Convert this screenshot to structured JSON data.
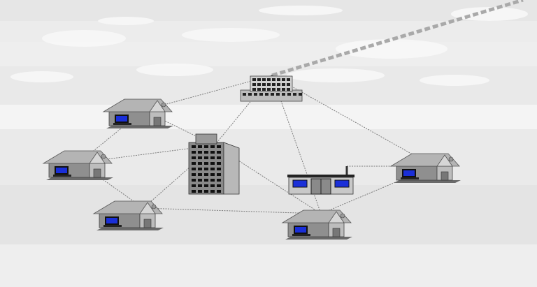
{
  "diagram": {
    "type": "network-topology",
    "nodes": [
      {
        "id": "central-office",
        "kind": "office-building"
      },
      {
        "id": "house-1",
        "kind": "house-with-computer"
      },
      {
        "id": "apartment-tower",
        "kind": "apartment-building"
      },
      {
        "id": "house-2",
        "kind": "house-with-computer"
      },
      {
        "id": "shop",
        "kind": "storefront"
      },
      {
        "id": "house-3",
        "kind": "house-with-computer"
      },
      {
        "id": "house-4",
        "kind": "house-with-computer"
      },
      {
        "id": "house-5",
        "kind": "house-with-computer"
      }
    ],
    "links": [
      [
        "central-office",
        "house-1"
      ],
      [
        "central-office",
        "house-3"
      ],
      [
        "central-office",
        "house-5"
      ],
      [
        "central-office",
        "apartment-tower"
      ],
      [
        "house-1",
        "house-2"
      ],
      [
        "house-1",
        "apartment-tower"
      ],
      [
        "apartment-tower",
        "house-2"
      ],
      [
        "apartment-tower",
        "house-4"
      ],
      [
        "apartment-tower",
        "house-5"
      ],
      [
        "house-2",
        "house-4"
      ],
      [
        "house-4",
        "house-5"
      ],
      [
        "shop",
        "house-3"
      ],
      [
        "house-3",
        "house-5"
      ]
    ],
    "uplink": {
      "from": "central-office",
      "style": "dashed-thick",
      "direction": "to-top-right"
    },
    "colors": {
      "sky": "#eeeeee",
      "cloud": "#f7f7f7",
      "link": "#7a7a7a",
      "wall": "#8f8f8f",
      "wall_dark": "#5f5f5f",
      "roof": "#b4b4b4",
      "window_blue": "#1a2fd8",
      "uplink": "#a9a9a9"
    }
  }
}
